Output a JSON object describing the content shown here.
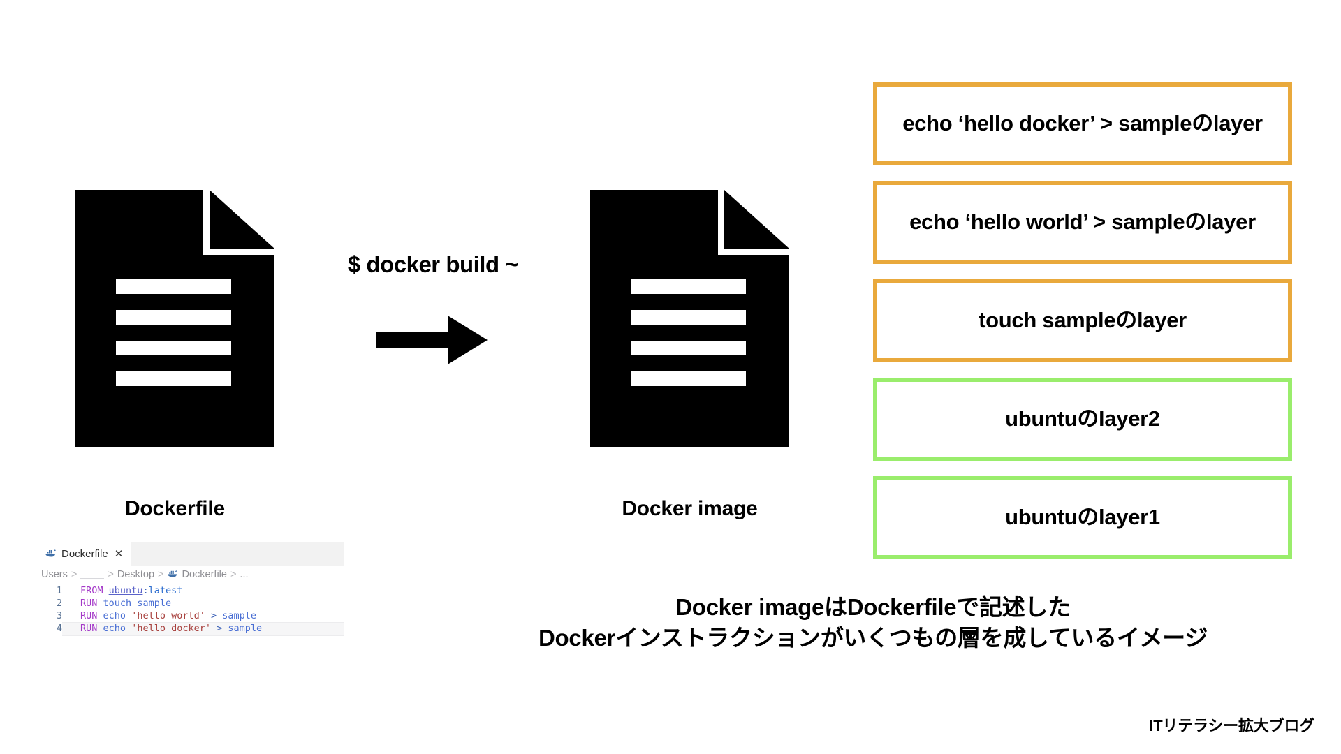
{
  "diagram": {
    "dockerfile": {
      "icon": "document-icon",
      "label": "Dockerfile"
    },
    "build": {
      "command": "$ docker build ~",
      "arrow": "arrow-right-icon"
    },
    "docker_image": {
      "icon": "document-icon",
      "label": "Docker image"
    },
    "layers": [
      {
        "text": "echo ‘hello docker’ > sampleのlayer",
        "color": "#E9A93C",
        "kind": "orange"
      },
      {
        "text": "echo ‘hello world’ > sampleのlayer",
        "color": "#E9A93C",
        "kind": "orange"
      },
      {
        "text": "touch sampleのlayer",
        "color": "#E9A93C",
        "kind": "orange"
      },
      {
        "text": "ubuntuのlayer2",
        "color": "#9AED6C",
        "kind": "green"
      },
      {
        "text": "ubuntuのlayer1",
        "color": "#9AED6C",
        "kind": "green"
      }
    ],
    "caption": {
      "line1": "Docker imageはDockerfileで記述した",
      "line2": "Dockerインストラクションがいくつもの層を成しているイメージ"
    },
    "watermark": "ITリテラシー拡大ブログ"
  },
  "editor": {
    "tab": {
      "icon": "docker-whale-icon",
      "title": "Dockerfile",
      "close": "✕"
    },
    "breadcrumb": {
      "crumb1": "Users",
      "sep": ">",
      "crumb2": "",
      "crumb3": "Desktop",
      "file_icon": "docker-whale-icon",
      "crumb4": "Dockerfile",
      "more": "..."
    },
    "lines": [
      {
        "num": "1",
        "kw": "FROM",
        "image": "ubuntu",
        "colon": ":",
        "tag": "latest"
      },
      {
        "num": "2",
        "kw": "RUN",
        "cmd": "touch",
        "arg": "sample"
      },
      {
        "num": "3",
        "kw": "RUN",
        "cmd": "echo",
        "str": "'hello world'",
        "op": ">",
        "arg": "sample"
      },
      {
        "num": "4",
        "kw": "RUN",
        "cmd": "echo",
        "str": "'hello docker'",
        "op": ">",
        "arg": "sample"
      }
    ]
  }
}
